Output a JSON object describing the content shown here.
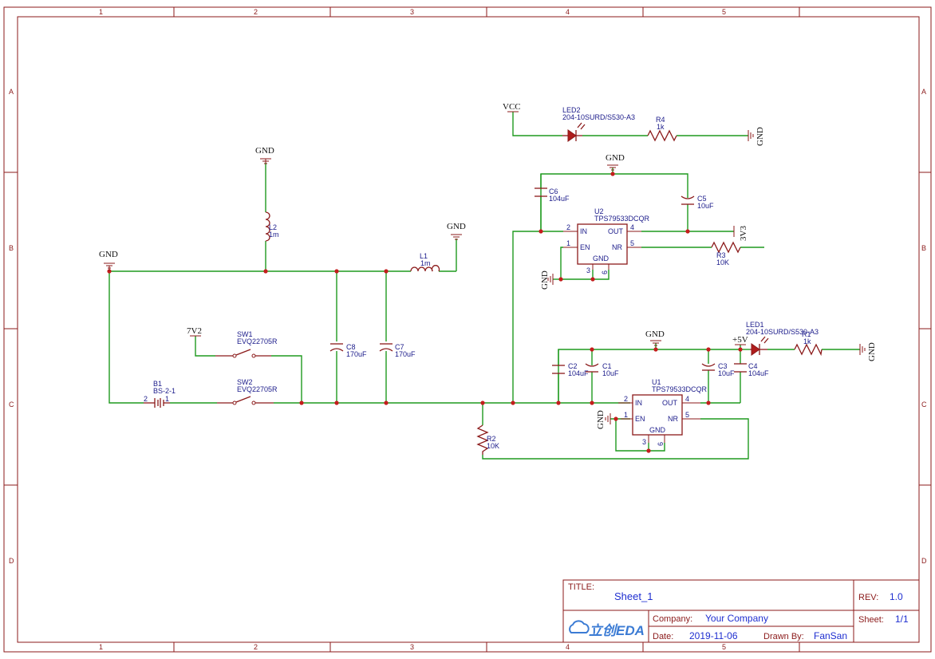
{
  "ruler": {
    "columns": [
      "1",
      "2",
      "3",
      "4",
      "5"
    ],
    "rows": [
      "A",
      "B",
      "C",
      "D"
    ]
  },
  "nets": {
    "gnd": "GND",
    "vcc": "VCC",
    "v3v3": "3V3",
    "v7v2": "7V2",
    "v5": "+5V"
  },
  "components": {
    "led2": {
      "ref": "LED2",
      "value": "204-10SURD/S530-A3"
    },
    "led1": {
      "ref": "LED1",
      "value": "204-10SURD/S530-A3"
    },
    "r4": {
      "ref": "R4",
      "value": "1k"
    },
    "r1": {
      "ref": "R1",
      "value": "1k"
    },
    "r3": {
      "ref": "R3",
      "value": "10K"
    },
    "r2": {
      "ref": "R2",
      "value": "10K"
    },
    "c6": {
      "ref": "C6",
      "value": "104uF"
    },
    "c5": {
      "ref": "C5",
      "value": "10uF"
    },
    "c2": {
      "ref": "C2",
      "value": "104uF"
    },
    "c1": {
      "ref": "C1",
      "value": "10uF"
    },
    "c3": {
      "ref": "C3",
      "value": "10uF"
    },
    "c4": {
      "ref": "C4",
      "value": "104uF"
    },
    "c8": {
      "ref": "C8",
      "value": "170uF"
    },
    "c7": {
      "ref": "C7",
      "value": "170uF"
    },
    "l1": {
      "ref": "L1",
      "value": "1m"
    },
    "l2": {
      "ref": "L2",
      "value": "1m"
    },
    "sw1": {
      "ref": "SW1",
      "value": "EVQ22705R"
    },
    "sw2": {
      "ref": "SW2",
      "value": "EVQ22705R"
    },
    "b1": {
      "ref": "B1",
      "value": "BS-2-1",
      "pin_left": "2",
      "pin_right": "1"
    },
    "u2": {
      "ref": "U2",
      "value": "TPS79533DCQR"
    },
    "u1": {
      "ref": "U1",
      "value": "TPS79533DCQR"
    }
  },
  "ic_pins": {
    "in": "IN",
    "en": "EN",
    "out": "OUT",
    "nr": "NR",
    "gnd": "GND",
    "n_in": "2",
    "n_en": "1",
    "n_out": "4",
    "n_nr": "5",
    "n_g1": "3",
    "n_g2": "6"
  },
  "title_block": {
    "title_label": "TITLE:",
    "title_value": "Sheet_1",
    "rev_label": "REV:",
    "rev_value": "1.0",
    "company_label": "Company:",
    "company_value": "Your Company",
    "sheet_label": "Sheet:",
    "sheet_value": "1/1",
    "date_label": "Date:",
    "date_value": "2019-11-06",
    "drawn_label": "Drawn By:",
    "drawn_value": "FanSan",
    "logo_text": "立创EDA"
  },
  "colors": {
    "frame": "#8b1a1a",
    "wire": "#1e9a1e",
    "junction": "#c41d1d",
    "label": "#1b1b8a",
    "title_value": "#1f2fd0"
  }
}
